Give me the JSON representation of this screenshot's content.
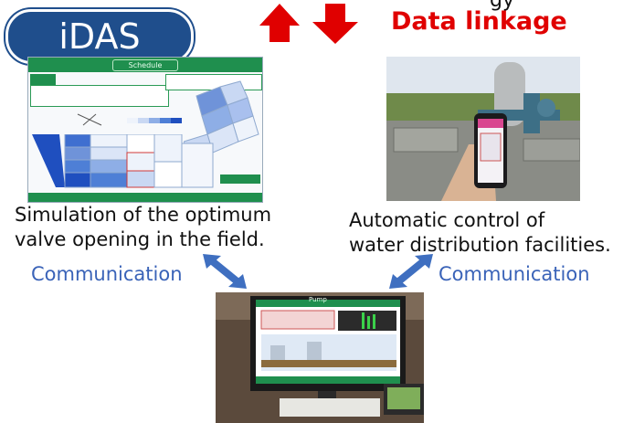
{
  "header": {
    "system_name": "iDAS",
    "linkage_label": "Data linkage",
    "cut_off_text": "gy",
    "colors": {
      "badge": "#1f4e8c",
      "linkage": "#e00000",
      "arrows": "#e00000",
      "comm_arrows": "#3f6fc0",
      "comm_text": "#3a63b8"
    }
  },
  "simulation": {
    "screen_title": "Schedule",
    "caption_line1": "Simulation of the optimum",
    "caption_line2": "valve opening in the field."
  },
  "automatic": {
    "caption_line1": "Automatic control of",
    "caption_line2": "water distribution facilities."
  },
  "communication": {
    "left_label": "Communication",
    "right_label": "Communication"
  },
  "monitor": {
    "screen_title": "Pump"
  }
}
